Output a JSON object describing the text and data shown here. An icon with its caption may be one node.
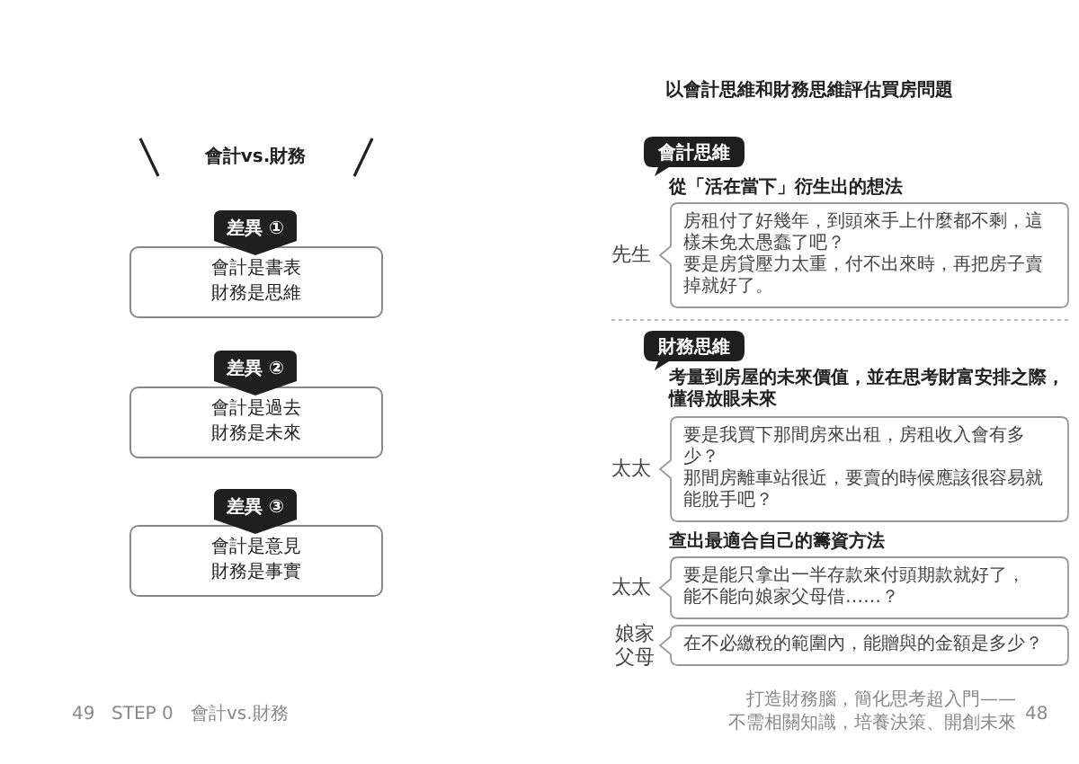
{
  "diagram": {
    "title": "以會計思維和財務思維評估買房問題",
    "nodes": [
      {
        "text": [
          "差異 ①"
        ]
      },
      {
        "text": [
          "會計是書表",
          "財務是思維"
        ]
      },
      {
        "text": [
          "差異 ②"
        ]
      },
      {
        "text": [
          "會計是過去",
          "財務是未來"
        ]
      },
      {
        "text": [
          "差異 ③"
        ]
      },
      {
        "text": [
          "會計是意見",
          "財務是事實"
        ]
      },
      {
        "text": [
          "會計思維"
        ]
      },
      {
        "text": [
          "房租付了好幾年，到頭來手上什麼都不剩，這樣未免太愚蠢了吧？",
          "要是房貸壓力太重，付不出來時，再把房子賣掉就好了。"
        ],
        "beside": [
          "先生"
        ]
      },
      {
        "text": [
          "財務思維"
        ]
      },
      {
        "text": [
          "要是我買下那間房來出租，房租收入會有多少？",
          "那間房離車站很近，要賣的時候應該很容易就能脫手吧？"
        ],
        "beside": [
          "太太"
        ]
      },
      {
        "text": [
          "要是能只拿出一半存款來付頭期款就好了，",
          "能不能向娘家父母借……？"
        ],
        "beside": [
          "太太"
        ]
      },
      {
        "text": [
          "在不必繳稅的範圍內，能贈與的金額是多少？"
        ],
        "beside": [
          "娘家父母"
        ]
      }
    ],
    "labels": [
      "會計vs.財務",
      "從「活在當下」衍生出的想法",
      "考量到房屋的未來價值，並在思考財富安排之際，懂得放眼未來",
      "查出最適合自己的籌資方法",
      "49",
      "STEP 0",
      "會計vs.財務",
      "打造財務腦，簡化思考超入門——",
      "不需相關知識，培養決策、開創未來",
      "48"
    ]
  }
}
